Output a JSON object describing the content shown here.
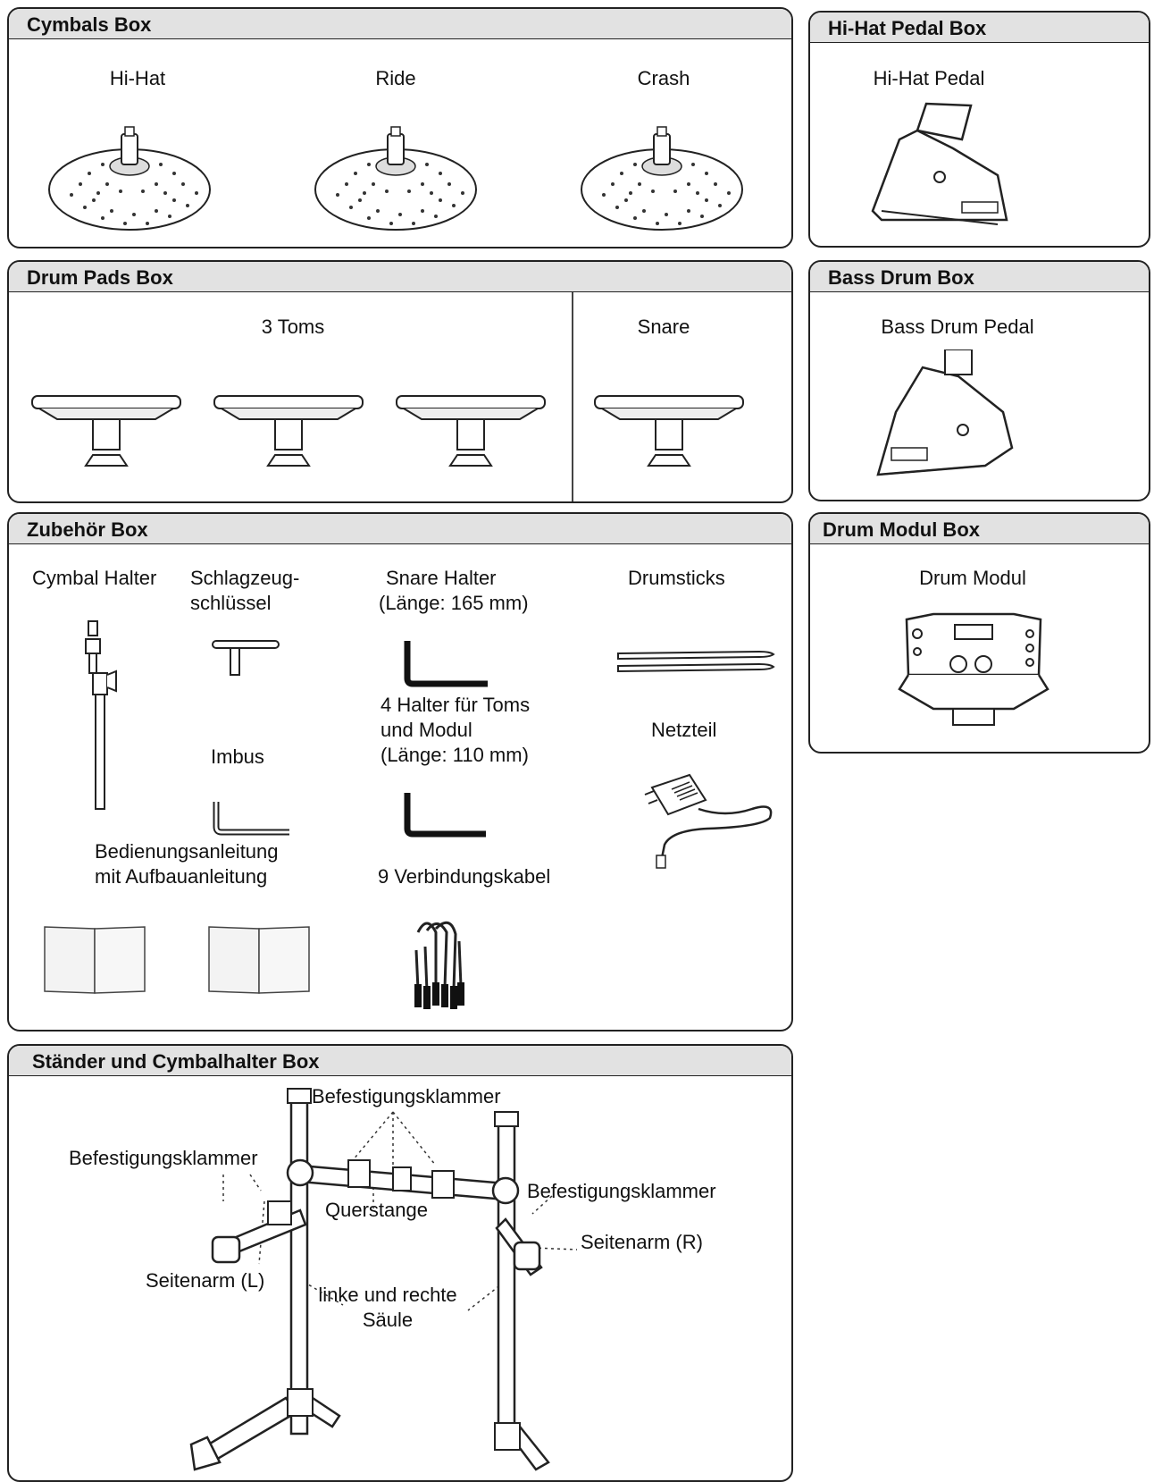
{
  "cymbals_box": {
    "title": "Cymbals Box",
    "hihat": "Hi-Hat",
    "ride": "Ride",
    "crash": "Crash"
  },
  "hihat_pedal_box": {
    "title": "Hi-Hat Pedal Box",
    "pedal": "Hi-Hat Pedal"
  },
  "drum_pads_box": {
    "title": "Drum Pads Box",
    "toms": "3 Toms",
    "snare": "Snare"
  },
  "bass_drum_box": {
    "title": "Bass Drum Box",
    "pedal": "Bass Drum Pedal"
  },
  "zubehoer_box": {
    "title": "Zubehör Box",
    "cymbal_halter": "Cymbal Halter",
    "schluessel_1": "Schlagzeug-",
    "schluessel_2": "schlüssel",
    "snare_halter_1": "Snare Halter",
    "snare_halter_2": "(Länge: 165 mm)",
    "drumsticks": "Drumsticks",
    "halter_1": "4 Halter für Toms",
    "halter_2": "und Modul",
    "halter_3": "(Länge: 110 mm)",
    "imbus": "Imbus",
    "netzteil": "Netzteil",
    "anleitung_1": "Bedienungsanleitung",
    "anleitung_2": "mit Aufbauanleitung",
    "kabel": "9 Verbindungskabel"
  },
  "drum_modul_box": {
    "title": "Drum Modul Box",
    "modul": "Drum Modul"
  },
  "staender_box": {
    "title": "Ständer und Cymbalhalter Box",
    "klammer_top": "Befestigungsklammer",
    "klammer_left": "Befestigungsklammer",
    "klammer_right": "Befestigungsklammer",
    "querstange": "Querstange",
    "seitenarm_l": "Seitenarm (L)",
    "seitenarm_r": "Seitenarm (R)",
    "saeule_1": "linke und rechte",
    "saeule_2": "Säule"
  }
}
